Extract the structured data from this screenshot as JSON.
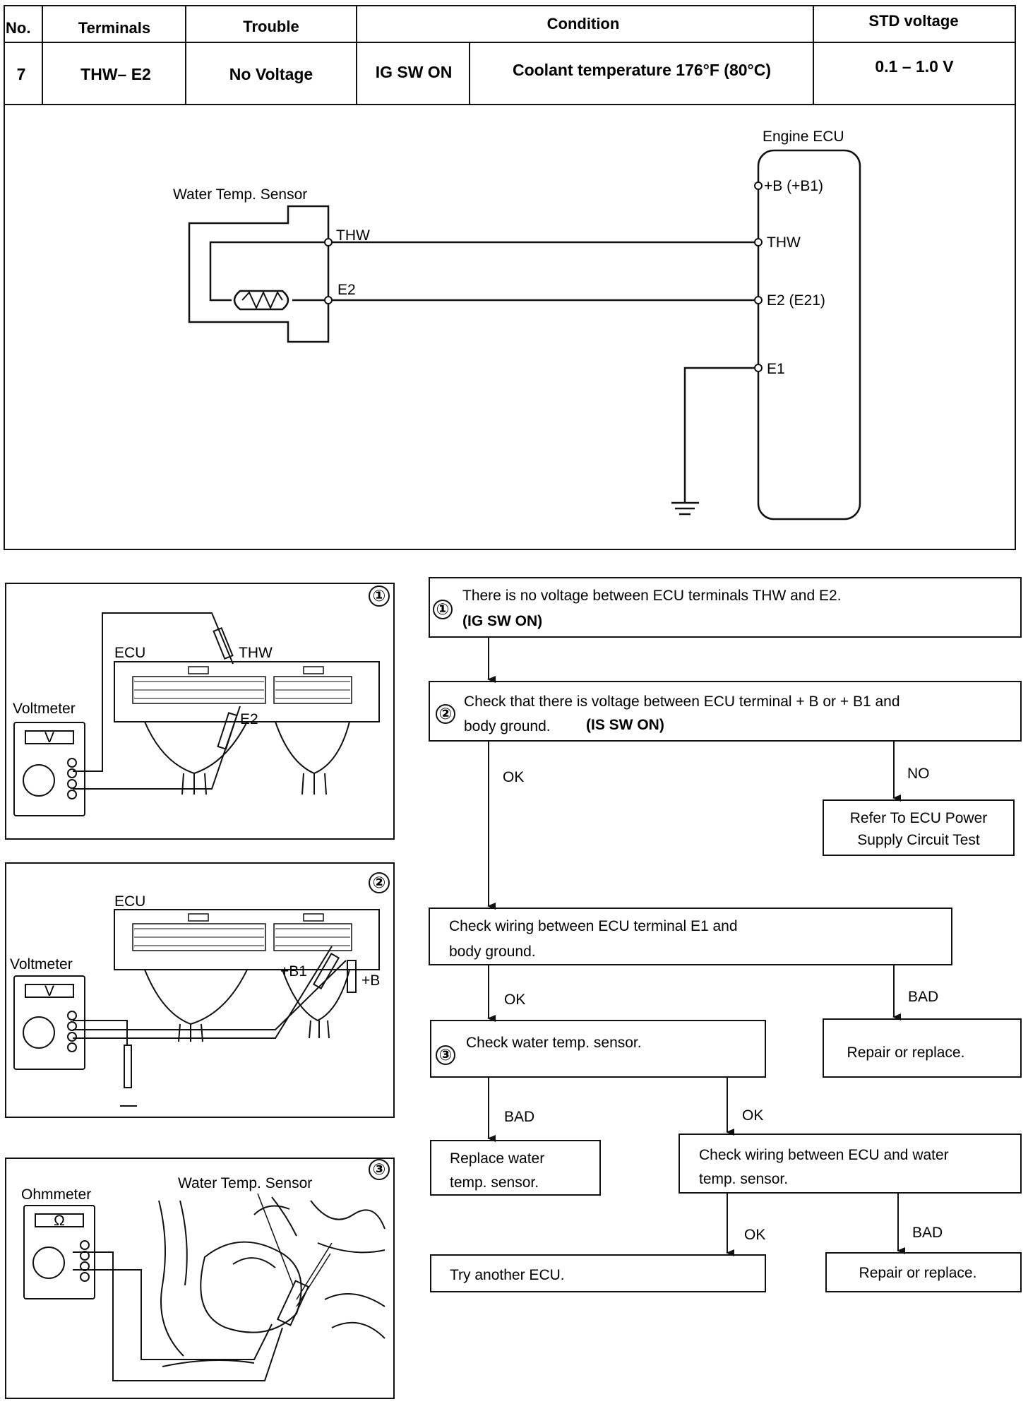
{
  "table": {
    "headers": {
      "no": "No.",
      "terminals": "Terminals",
      "trouble": "Trouble",
      "condition": "Condition",
      "std_voltage": "STD voltage"
    },
    "row": {
      "no": "7",
      "terminals": "THW– E2",
      "trouble": "No Voltage",
      "condition_sw": "IG SW ON",
      "condition_temp": "Coolant temperature  176°F (80°C)",
      "std_voltage": "0.1 – 1.0 V"
    }
  },
  "circuit": {
    "sensor_title": "Water Temp. Sensor",
    "sensor_thw": "THW",
    "sensor_e2": "E2",
    "ecu_title": "Engine ECU",
    "ecu_pins": [
      "+B (+B1)",
      "THW",
      "E2 (E21)",
      "E1"
    ]
  },
  "illustrations": {
    "panel1": {
      "num": "①",
      "ecu": "ECU",
      "thw": "THW",
      "e2": "E2",
      "meter": "Voltmeter",
      "meter_face": "V"
    },
    "panel2": {
      "num": "②",
      "ecu": "ECU",
      "b1": "+B1",
      "b": "+B",
      "meter": "Voltmeter",
      "meter_face": "V"
    },
    "panel3": {
      "num": "③",
      "sensor": "Water Temp. Sensor",
      "meter": "Ohmmeter",
      "meter_face": "Ω"
    }
  },
  "flowchart": {
    "step1": {
      "num": "①",
      "line1": "There is no voltage between ECU terminals THW and E2.",
      "line2": "(IG SW ON)"
    },
    "step2": {
      "num": "②",
      "line1": "Check that there is voltage between ECU terminal  + B or  + B1 and",
      "line2a": "body ground.",
      "line2b": "(IS SW ON)"
    },
    "no_label": "NO",
    "ok_label_1": "OK",
    "refer": {
      "line1": "Refer To ECU Power",
      "line2": "Supply Circuit Test"
    },
    "check_e1": {
      "line1": "Check wiring between ECU terminal E1 and",
      "line2": "body ground."
    },
    "ok_label_2": "OK",
    "bad_label_1": "BAD",
    "repair1": "Repair or replace.",
    "step3": {
      "num": "③",
      "line1": "Check water temp. sensor."
    },
    "bad_label_2": "BAD",
    "ok_label_3": "OK",
    "replace": {
      "line1": "Replace water",
      "line2": "temp. sensor."
    },
    "check_wiring": {
      "line1": "Check wiring between ECU and water",
      "line2": "temp. sensor."
    },
    "ok_label_4": "OK",
    "bad_label_3": "BAD",
    "try_ecu": "Try another ECU.",
    "repair2": "Repair or replace."
  }
}
